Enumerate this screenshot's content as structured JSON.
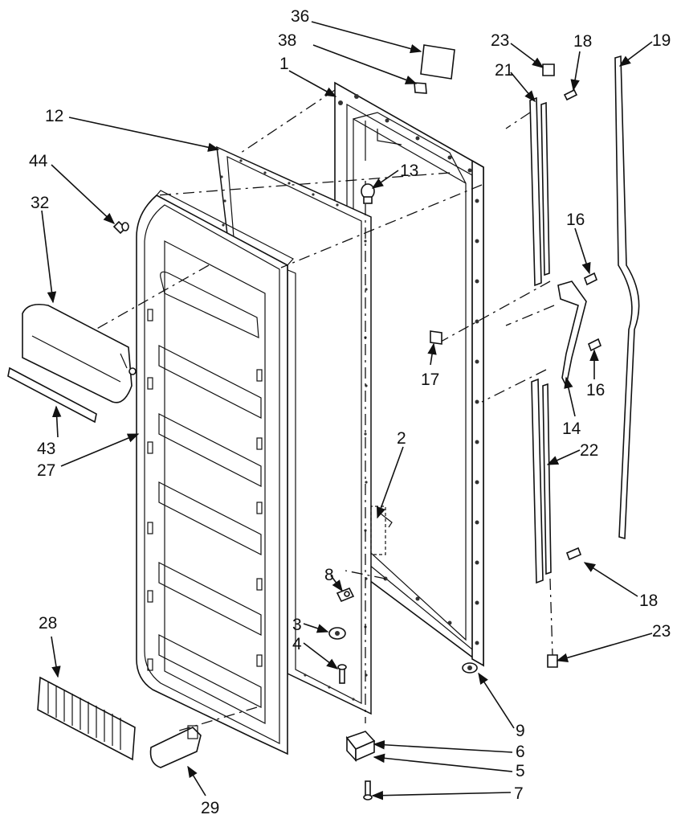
{
  "diagram": {
    "callouts": [
      {
        "id": "c36",
        "text": "36"
      },
      {
        "id": "c38",
        "text": "38"
      },
      {
        "id": "c1",
        "text": "1"
      },
      {
        "id": "c12",
        "text": "12"
      },
      {
        "id": "c44",
        "text": "44"
      },
      {
        "id": "c32",
        "text": "32"
      },
      {
        "id": "c13",
        "text": "13"
      },
      {
        "id": "c23a",
        "text": "23"
      },
      {
        "id": "c18a",
        "text": "18"
      },
      {
        "id": "c19",
        "text": "19"
      },
      {
        "id": "c21",
        "text": "21"
      },
      {
        "id": "c16a",
        "text": "16"
      },
      {
        "id": "c16b",
        "text": "16"
      },
      {
        "id": "c17",
        "text": "17"
      },
      {
        "id": "c14",
        "text": "14"
      },
      {
        "id": "c22",
        "text": "22"
      },
      {
        "id": "c2",
        "text": "2"
      },
      {
        "id": "c43",
        "text": "43"
      },
      {
        "id": "c27",
        "text": "27"
      },
      {
        "id": "c28",
        "text": "28"
      },
      {
        "id": "c8",
        "text": "8"
      },
      {
        "id": "c3",
        "text": "3"
      },
      {
        "id": "c4",
        "text": "4"
      },
      {
        "id": "c18b",
        "text": "18"
      },
      {
        "id": "c23b",
        "text": "23"
      },
      {
        "id": "c9",
        "text": "9"
      },
      {
        "id": "c6",
        "text": "6"
      },
      {
        "id": "c5",
        "text": "5"
      },
      {
        "id": "c7",
        "text": "7"
      },
      {
        "id": "c29",
        "text": "29"
      }
    ]
  }
}
